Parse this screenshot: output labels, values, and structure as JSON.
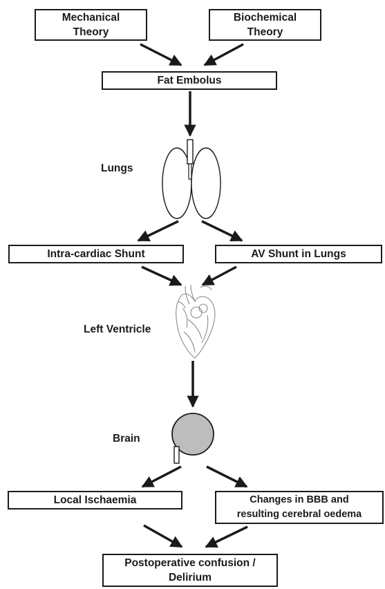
{
  "boxes": {
    "mechanical": [
      "Mechanical",
      "Theory"
    ],
    "biochemical": [
      "Biochemical",
      "Theory"
    ],
    "fat_embolus": "Fat Embolus",
    "intracardiac_shunt": "Intra-cardiac Shunt",
    "av_shunt": "AV Shunt in Lungs",
    "local_ischaemia": "Local Ischaemia",
    "bbb_changes": [
      "Changes in BBB and",
      "resulting cerebral oedema"
    ],
    "postoperative": [
      "Postoperative confusion /",
      "Delirium"
    ]
  },
  "labels": {
    "lungs": "Lungs",
    "left_ventricle": "Left Ventricle",
    "brain": "Brain"
  },
  "icons": {
    "lungs": "lungs-icon",
    "heart": "heart-icon",
    "brain": "brain-icon"
  },
  "colors": {
    "line": "#1a1a1a",
    "brain_fill": "#bdbdbd",
    "heart_stroke": "#8a8a8a"
  }
}
